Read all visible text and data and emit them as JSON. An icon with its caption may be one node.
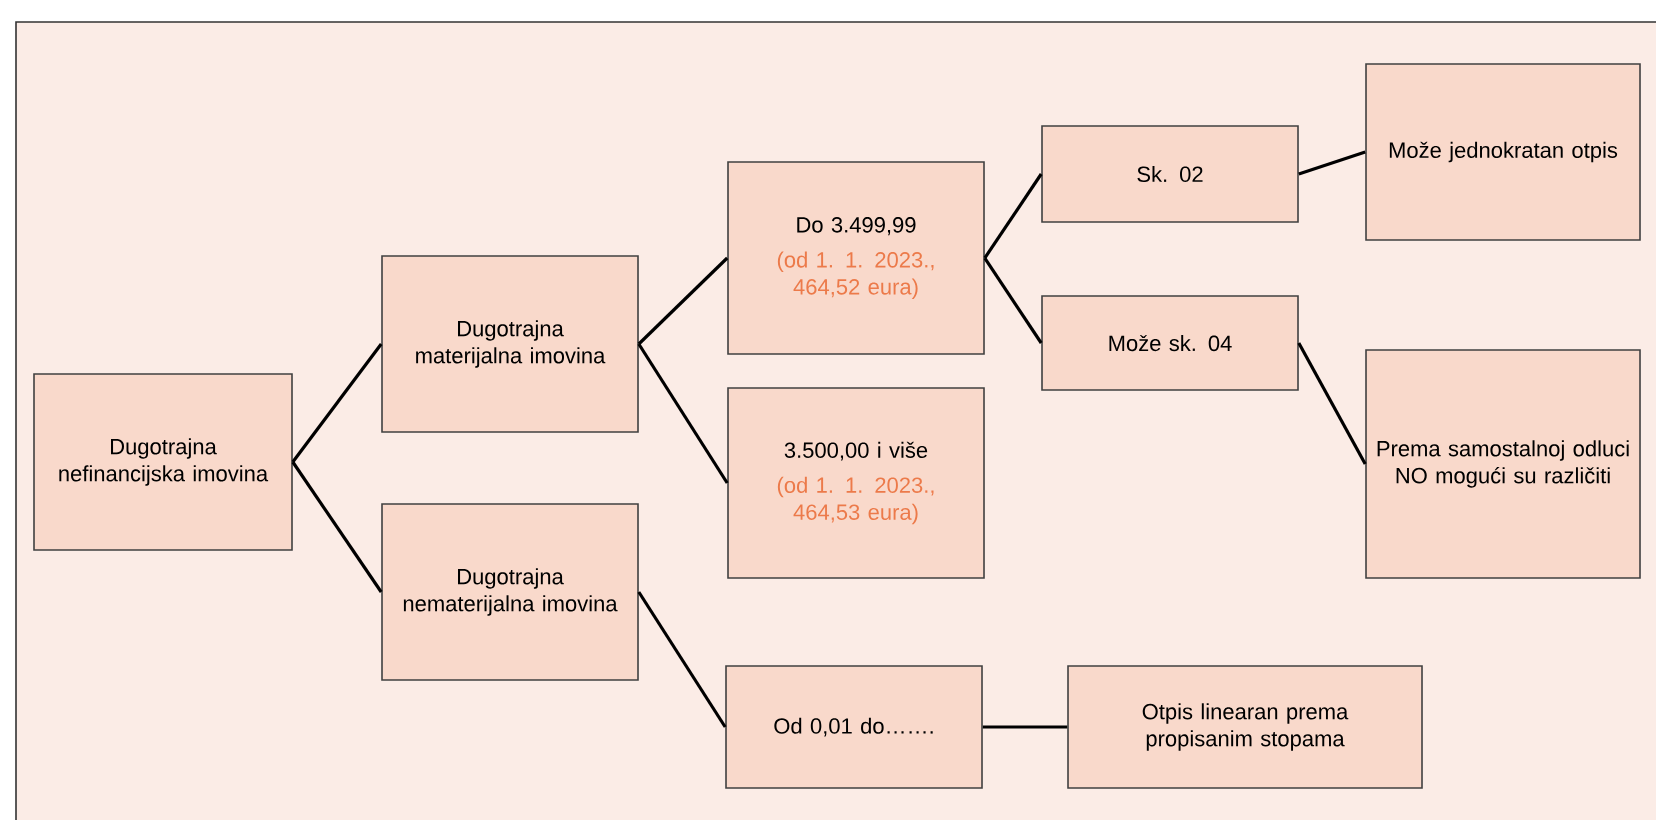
{
  "diagram": {
    "nodes": [
      {
        "text": [
          "Dugotrajna nefinancijska imovina"
        ]
      },
      {
        "text": [
          "Dugotrajna materijalna imovina"
        ]
      },
      {
        "text": [
          "Dugotrajna nematerijalna imovina"
        ]
      },
      {
        "text": [
          "Do 3.499,99",
          "(od 1. 1. 2023., 464,52 eura)"
        ]
      },
      {
        "text": [
          "3.500,00 i više",
          "(od 1. 1. 2023., 464,53 eura)"
        ]
      },
      {
        "text": [
          "Sk. 02"
        ]
      },
      {
        "text": [
          "Može sk. 04"
        ]
      },
      {
        "text": [
          "Može jednokratan otpis"
        ]
      },
      {
        "text": [
          "Prema samostalnoj odluci NO mogući su različiti"
        ]
      },
      {
        "text": [
          "Od 0,01 do……."
        ]
      },
      {
        "text": [
          "Otpis linearan prema propisanim stopama"
        ]
      }
    ],
    "edges": [
      {
        "from": 0,
        "to": 1,
        "arrow": "none"
      },
      {
        "from": 0,
        "to": 2,
        "arrow": "none"
      },
      {
        "from": 1,
        "to": 3,
        "arrow": "none"
      },
      {
        "from": 1,
        "to": 4,
        "arrow": "none"
      },
      {
        "from": 3,
        "to": 5,
        "arrow": "none"
      },
      {
        "from": 3,
        "to": 6,
        "arrow": "none"
      },
      {
        "from": 5,
        "to": 7,
        "arrow": "none"
      },
      {
        "from": 6,
        "to": 8,
        "arrow": "none"
      },
      {
        "from": 2,
        "to": 9,
        "arrow": "none"
      },
      {
        "from": 9,
        "to": 10,
        "arrow": "none"
      }
    ]
  }
}
